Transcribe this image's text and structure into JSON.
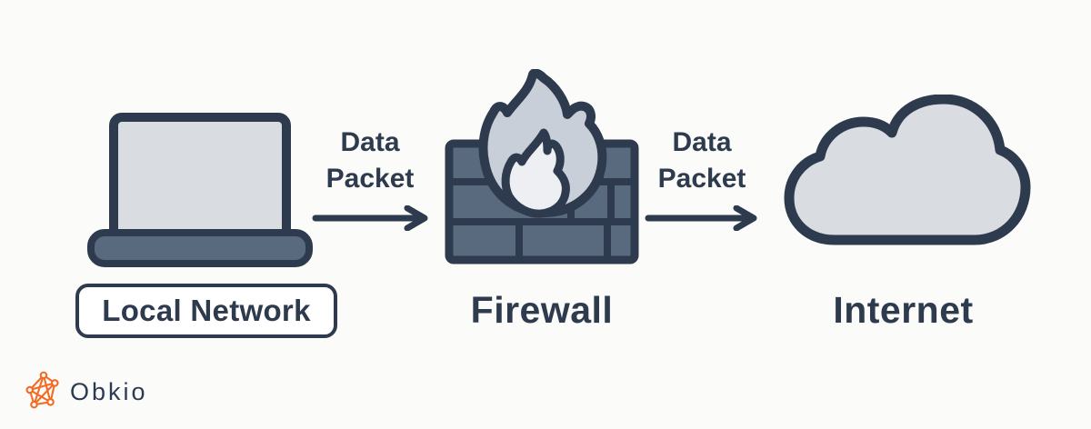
{
  "title": "Firewall data packet flow diagram",
  "colors": {
    "background": "#fbfbfa",
    "outline_navy": "#2e3a4d",
    "slate_blue": "#5a6a7e",
    "light_gray_fill": "#d9dde2",
    "flame_outer_gray": "#c9cfd8",
    "flame_inner_gray": "#edeff2",
    "label_box_bg": "#ffffff",
    "brand_orange": "#f16c22"
  },
  "nodes": [
    {
      "id": "local-network",
      "label": "Local Network",
      "icon": "laptop-icon",
      "label_style": "boxed"
    },
    {
      "id": "firewall",
      "label": "Firewall",
      "icon": "firewall-brick-flame-icon",
      "label_style": "plain"
    },
    {
      "id": "internet",
      "label": "Internet",
      "icon": "cloud-icon",
      "label_style": "plain"
    }
  ],
  "edges": [
    {
      "from": "local-network",
      "to": "firewall",
      "label": "Data\nPacket",
      "direction": "right"
    },
    {
      "from": "firewall",
      "to": "internet",
      "label": "Data\nPacket",
      "direction": "right"
    }
  ],
  "footer": {
    "brand_name": "Obkio",
    "brand_icon": "obkio-network-graph-icon"
  }
}
